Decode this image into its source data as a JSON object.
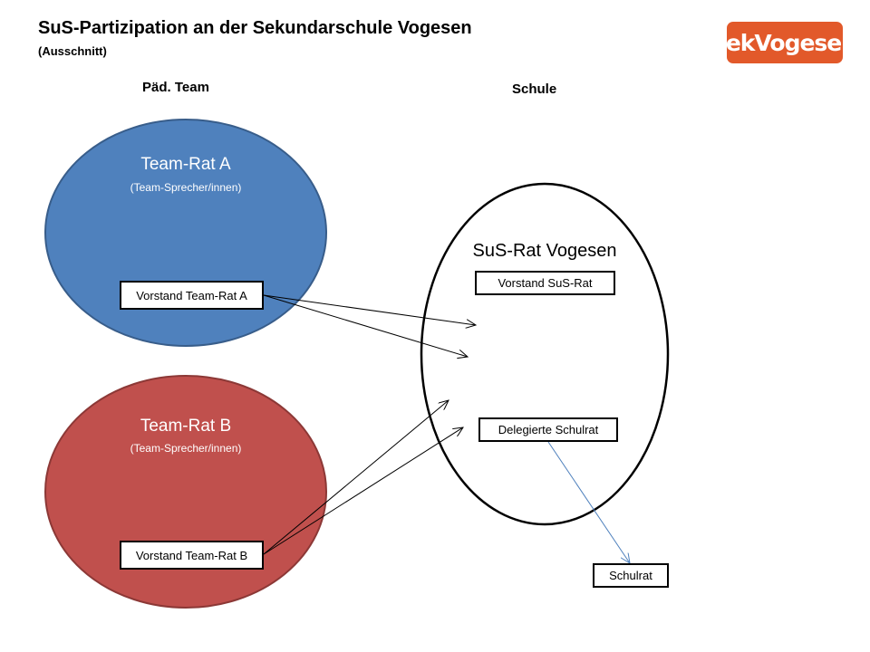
{
  "header": {
    "title": "SuS-Partizipation an der Sekundarschule Vogesen",
    "subtitle": "(Ausschnitt)",
    "logo_text": "sekVogesen"
  },
  "columns": {
    "left": "Päd. Team",
    "right": "Schule"
  },
  "team_a": {
    "title": "Team-Rat A",
    "subtitle": "(Team-Sprecher/innen)",
    "board": "Vorstand Team-Rat A",
    "color": "#4f81bd"
  },
  "team_b": {
    "title": "Team-Rat B",
    "subtitle": "(Team-Sprecher/innen)",
    "board": "Vorstand Team-Rat B",
    "color": "#c0504d"
  },
  "sus_rat": {
    "title": "SuS-Rat  Vogesen",
    "board": "Vorstand SuS-Rat",
    "delegates": "Delegierte Schulrat"
  },
  "schulrat": {
    "label": "Schulrat"
  },
  "colors": {
    "logo": "#e2592a",
    "delegate_arrow": "#4f81bd"
  }
}
